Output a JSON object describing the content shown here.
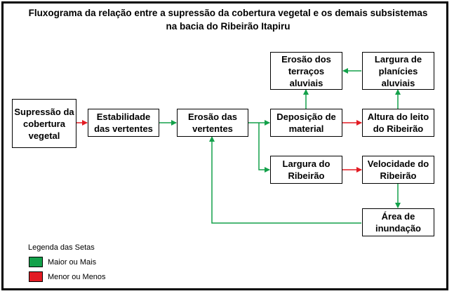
{
  "title_line1": "Fluxograma da relação entre a supressão da cobertura vegetal e os demais subsistemas",
  "title_line2": "na bacia do Ribeirão Itapiru",
  "nodes": {
    "supressao": "Supressão da cobertura vegetal",
    "estabilidade": "Estabilidade das vertentes",
    "erosao_vertentes": "Erosão das vertentes",
    "deposicao": "Deposição de material",
    "erosao_terracos": "Erosão dos terraços aluviais",
    "largura_planicies": "Largura de planícies aluviais",
    "altura_leito": "Altura do leito do Ribeirão",
    "largura_ribeirao": "Largura do Ribeirão",
    "velocidade": "Velocidade do Ribeirão",
    "area_inundacao": "Área de inundação"
  },
  "legend": {
    "title": "Legenda das Setas",
    "items": [
      {
        "label": "Maior ou Mais",
        "color": "#13a14a"
      },
      {
        "label": "Menor ou Menos",
        "color": "#e31b23"
      }
    ]
  },
  "edges": [
    {
      "from": "supressao",
      "to": "estabilidade",
      "type": "red"
    },
    {
      "from": "estabilidade",
      "to": "erosao_vertentes",
      "type": "green"
    },
    {
      "from": "erosao_vertentes",
      "to": "deposicao",
      "type": "green"
    },
    {
      "from": "erosao_vertentes",
      "to": "largura_ribeirao",
      "type": "green"
    },
    {
      "from": "deposicao",
      "to": "altura_leito",
      "type": "red"
    },
    {
      "from": "deposicao",
      "to": "erosao_terracos",
      "type": "green"
    },
    {
      "from": "altura_leito",
      "to": "largura_planicies",
      "type": "green"
    },
    {
      "from": "largura_planicies",
      "to": "erosao_terracos",
      "type": "green"
    },
    {
      "from": "largura_ribeirao",
      "to": "velocidade",
      "type": "red"
    },
    {
      "from": "velocidade",
      "to": "area_inundacao",
      "type": "green"
    },
    {
      "from": "area_inundacao",
      "to": "erosao_vertentes",
      "type": "green"
    }
  ]
}
